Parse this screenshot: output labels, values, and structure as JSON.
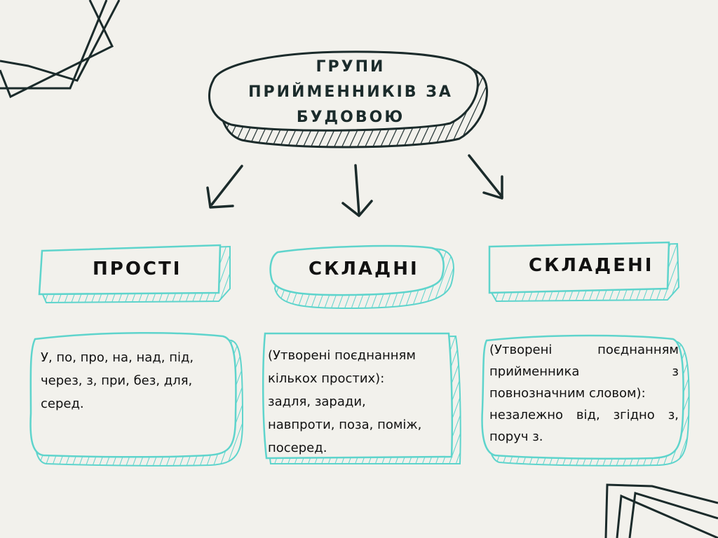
{
  "title": {
    "line1": "ГРУПИ",
    "line2": "ПРИЙМЕННИКІВ ЗА",
    "line3": "БУДОВОЮ"
  },
  "categories": [
    {
      "label": "ПРОСТІ"
    },
    {
      "label": "СКЛАДНІ"
    },
    {
      "label": "СКЛАДЕНІ"
    }
  ],
  "descriptions": [
    {
      "lines": [
        "У, по, про, на, над, під,",
        "через, з, при, без, для,",
        "серед."
      ]
    },
    {
      "lines": [
        "(Утворені поєднанням",
        "кількох простих):",
        "задля, заради,",
        "навпроти, поза, поміж,",
        "посеред."
      ]
    },
    {
      "lines": [
        "(Утворені поєднанням",
        "прийменника з",
        "повнозначним словом):",
        "незалежно від, згідно з,",
        "поруч з."
      ]
    }
  ],
  "colors": {
    "ink": "#1b2b2b",
    "accent": "#5ed4cc",
    "background": "#f2f1ec"
  }
}
